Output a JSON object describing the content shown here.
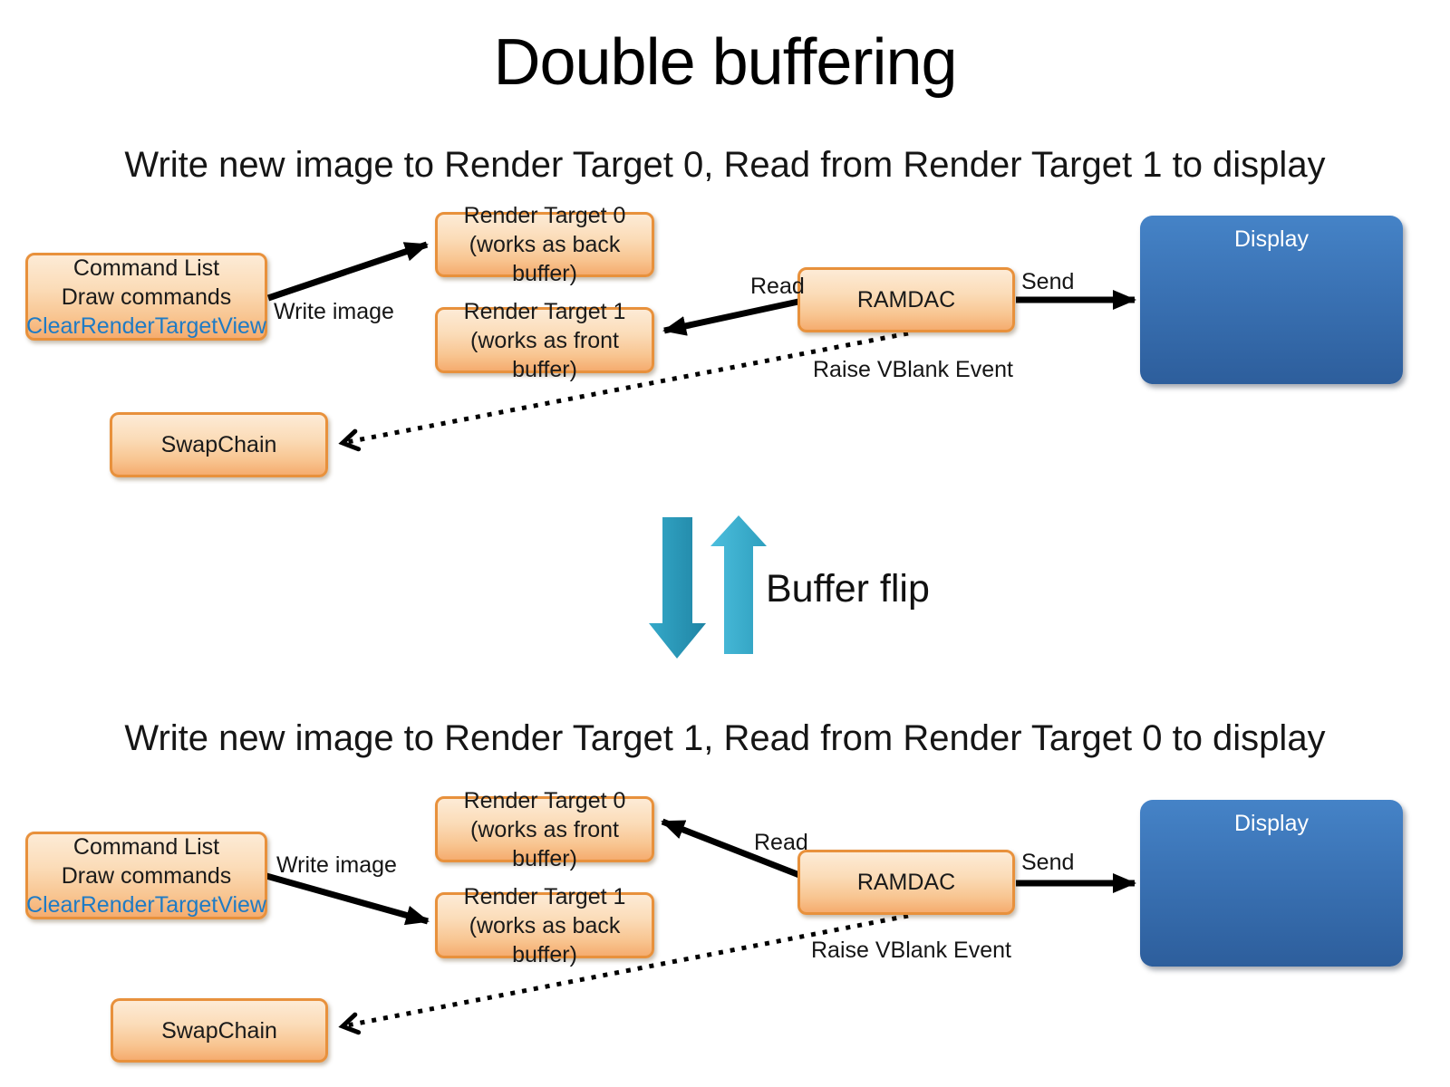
{
  "title": "Double buffering",
  "buffer_flip": {
    "label": "Buffer flip"
  },
  "colors": {
    "box_orange_border": "#E8913C",
    "box_orange_fill_top": "#FDEBD6",
    "box_orange_fill_bottom": "#F5AC6F",
    "display_blue_top": "#4583C7",
    "display_blue_bottom": "#2D5E9C",
    "clear_render_target_view_blue": "#1F7BC5",
    "flip_arrow_teal_dark": "#1F84A4",
    "flip_arrow_teal_light": "#4CBEDD",
    "connector_black": "#000000"
  },
  "diagrams": [
    {
      "heading": "Write new image to Render Target 0, Read from Render Target 1 to display",
      "boxes": {
        "command_list": {
          "lines": [
            "Command List",
            "Draw commands",
            "ClearRenderTargetView"
          ]
        },
        "render_target_0": {
          "lines": [
            "Render Target 0",
            "(works as back buffer)"
          ]
        },
        "render_target_1": {
          "lines": [
            "Render Target 1",
            "(works as front buffer)"
          ]
        },
        "swapchain": {
          "label": "SwapChain"
        },
        "ramdac": {
          "label": "RAMDAC"
        },
        "display": {
          "label": "Display"
        }
      },
      "edge_labels": {
        "write_image": "Write image",
        "read": "Read",
        "send": "Send",
        "raise_vblank": "Raise VBlank Event"
      }
    },
    {
      "heading": "Write new image to Render Target 1, Read from Render Target 0 to display",
      "boxes": {
        "command_list": {
          "lines": [
            "Command List",
            "Draw commands",
            "ClearRenderTargetView"
          ]
        },
        "render_target_0": {
          "lines": [
            "Render Target 0",
            "(works as front buffer)"
          ]
        },
        "render_target_1": {
          "lines": [
            "Render Target 1",
            "(works as back buffer)"
          ]
        },
        "swapchain": {
          "label": "SwapChain"
        },
        "ramdac": {
          "label": "RAMDAC"
        },
        "display": {
          "label": "Display"
        }
      },
      "edge_labels": {
        "write_image": "Write image",
        "read": "Read",
        "send": "Send",
        "raise_vblank": "Raise VBlank Event"
      }
    }
  ]
}
